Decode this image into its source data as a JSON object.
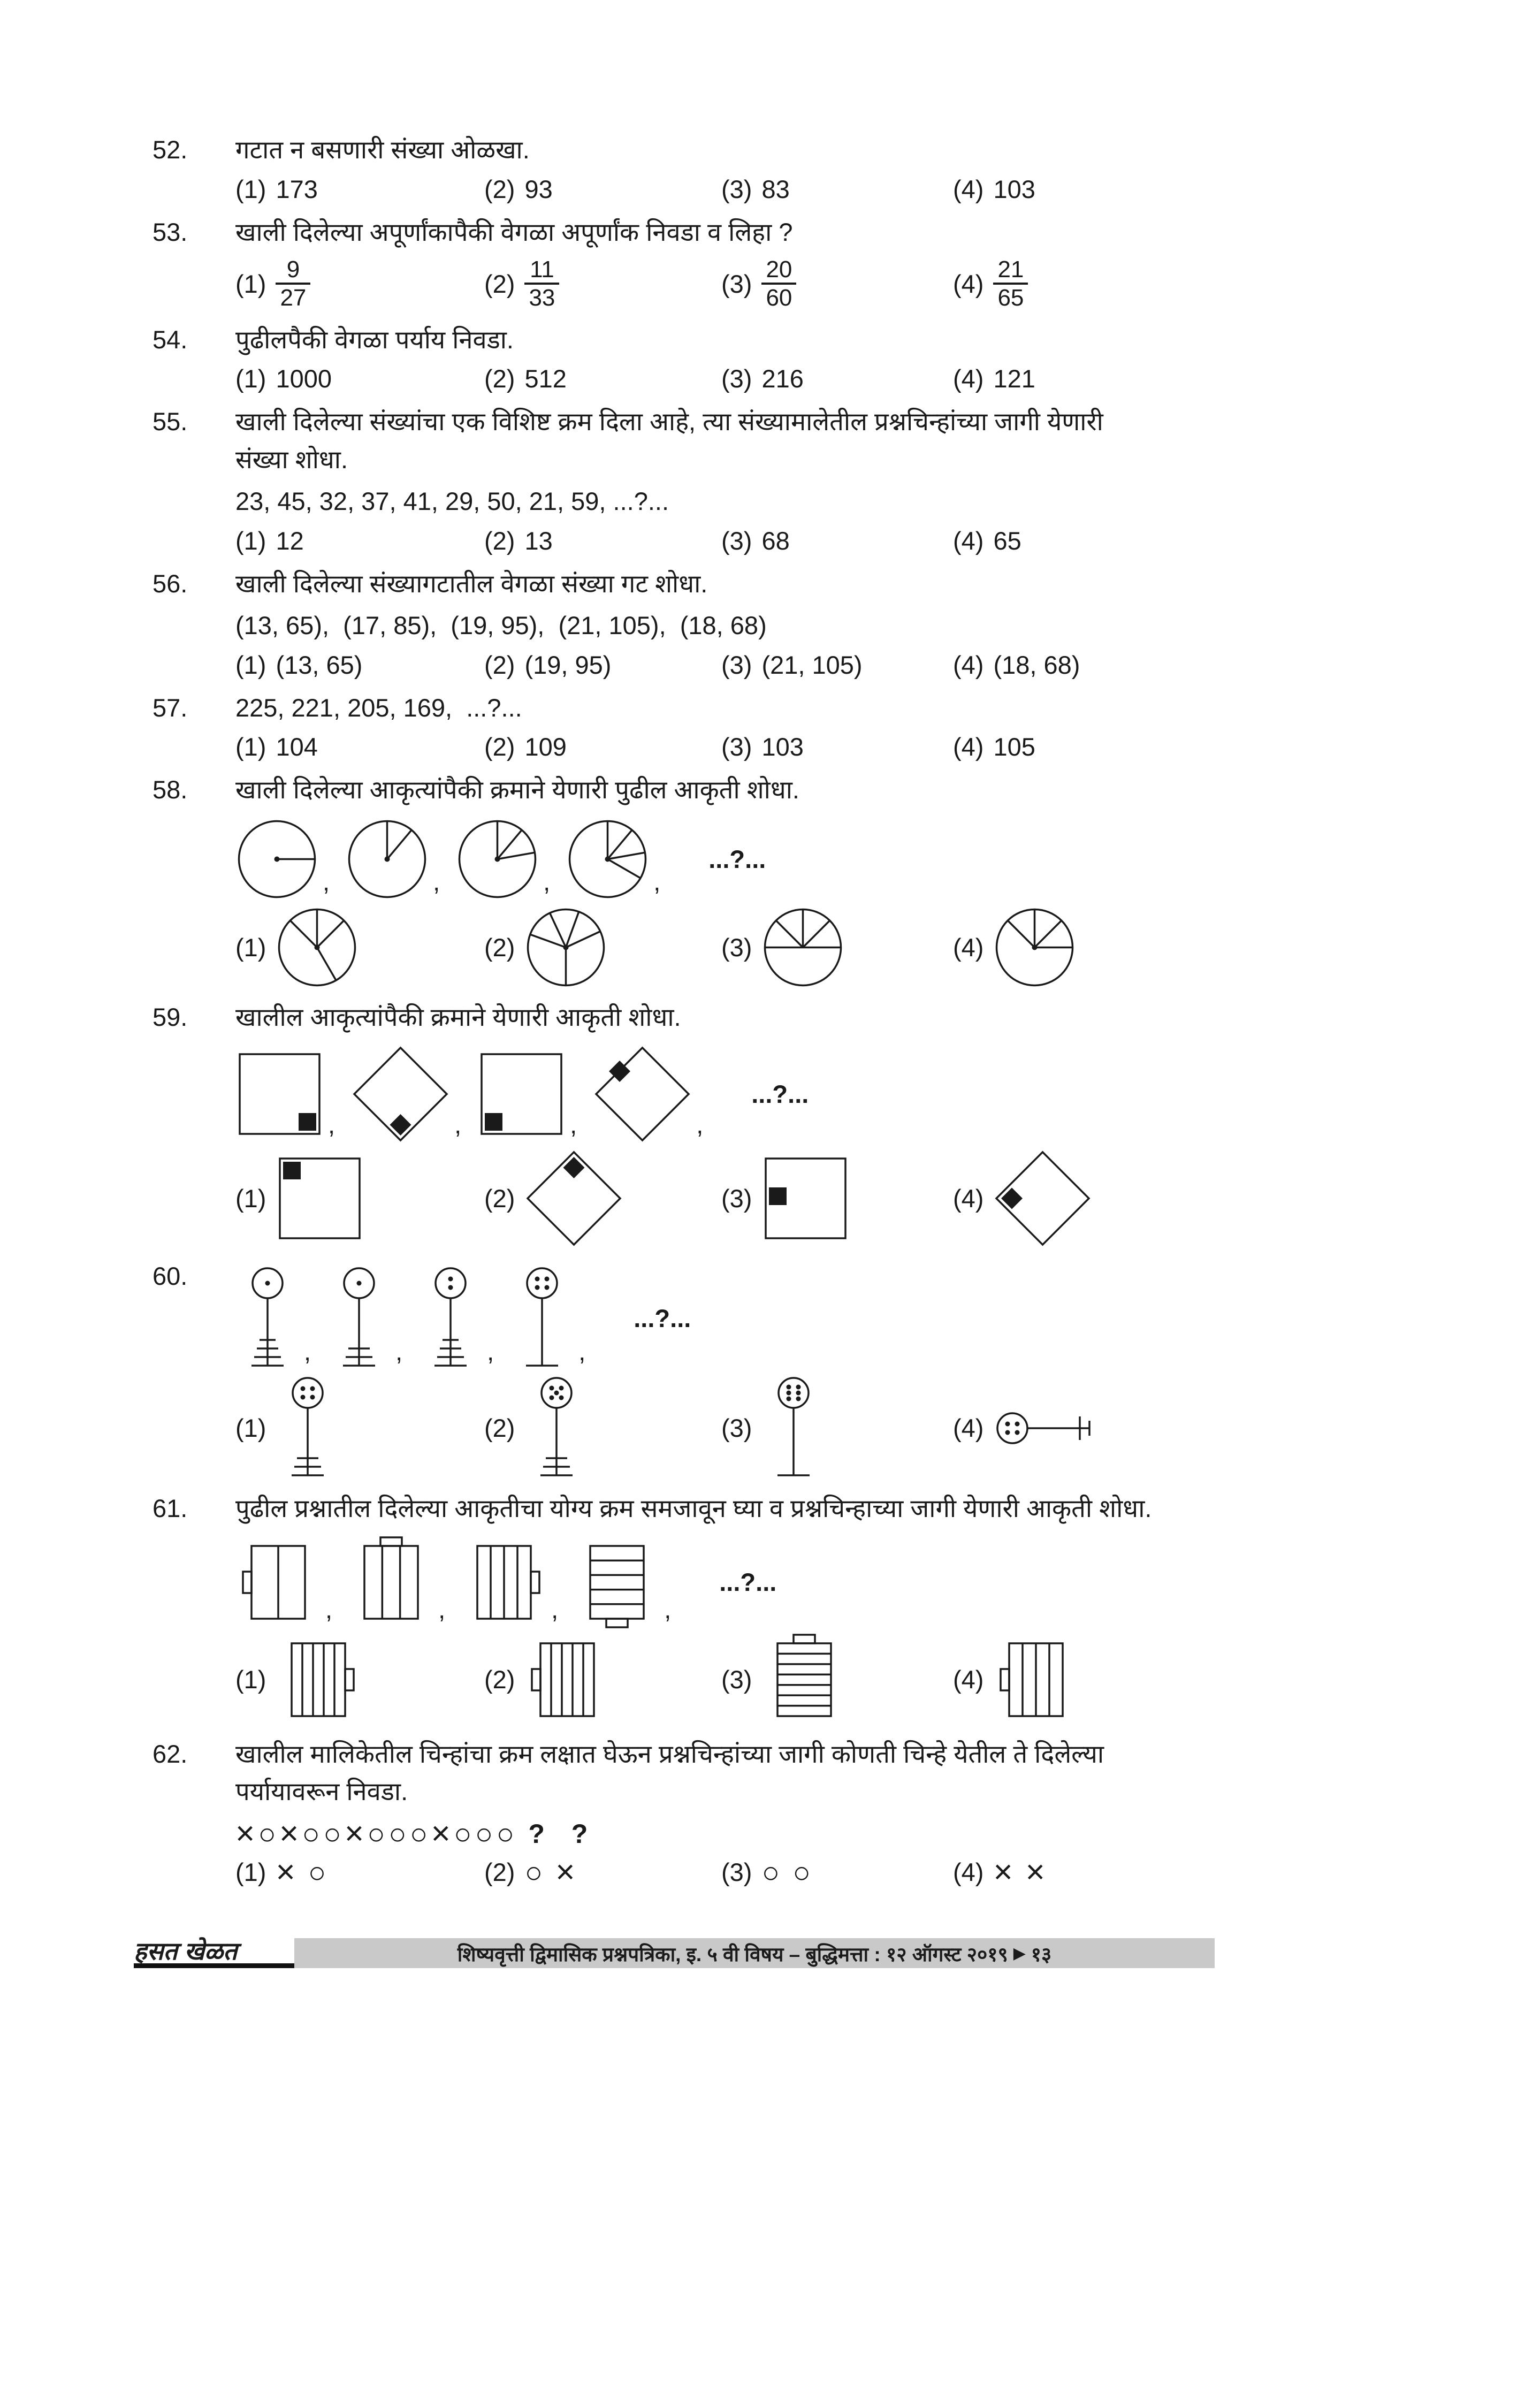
{
  "footer": {
    "logo": "हसत खेळत",
    "info": "शिष्यवृत्ती द्विमासिक प्रश्नपत्रिका, इ. ५ वी विषय – बुद्धिमत्ता : १२ ऑगस्ट २०१९",
    "page_marker": "▶",
    "page_number": "१३"
  },
  "colors": {
    "ink": "#1a1a1a",
    "footer_bar": "#c9c9c9"
  },
  "questions": [
    {
      "number": "52.",
      "type": "text",
      "lines": [
        "गटात न बसणारी संख्या ओळखा."
      ],
      "options": [
        {
          "label": "(1)",
          "value": "173"
        },
        {
          "label": "(2)",
          "value": "93"
        },
        {
          "label": "(3)",
          "value": "83"
        },
        {
          "label": "(4)",
          "value": "103"
        }
      ]
    },
    {
      "number": "53.",
      "type": "fraction",
      "lines": [
        "खाली दिलेल्या अपूर्णांकापैकी वेगळा अपूर्णांक निवडा व लिहा ?"
      ],
      "options": [
        {
          "label": "(1)",
          "num": "9",
          "den": "27"
        },
        {
          "label": "(2)",
          "num": "11",
          "den": "33"
        },
        {
          "label": "(3)",
          "num": "20",
          "den": "60"
        },
        {
          "label": "(4)",
          "num": "21",
          "den": "65"
        }
      ]
    },
    {
      "number": "54.",
      "type": "text",
      "lines": [
        "पुढीलपैकी वेगळा पर्याय निवडा."
      ],
      "options": [
        {
          "label": "(1)",
          "value": "1000"
        },
        {
          "label": "(2)",
          "value": "512"
        },
        {
          "label": "(3)",
          "value": "216"
        },
        {
          "label": "(4)",
          "value": "121"
        }
      ]
    },
    {
      "number": "55.",
      "type": "text",
      "lines": [
        "खाली दिलेल्या संख्यांचा एक विशिष्ट क्रम दिला आहे, त्या संख्यामालेतील प्रश्नचिन्हांच्या जागी येणारी",
        "संख्या शोधा."
      ],
      "series_line": "23, 45, 32, 37, 41, 29, 50, 21, 59, ...?...",
      "options": [
        {
          "label": "(1)",
          "value": "12"
        },
        {
          "label": "(2)",
          "value": "13"
        },
        {
          "label": "(3)",
          "value": "68"
        },
        {
          "label": "(4)",
          "value": "65"
        }
      ]
    },
    {
      "number": "56.",
      "type": "text",
      "lines": [
        "खाली दिलेल्या संख्यागटातील वेगळा संख्या गट शोधा."
      ],
      "series_line": "(13, 65),  (17, 85),  (19, 95),  (21, 105),  (18, 68)",
      "options": [
        {
          "label": "(1)",
          "value": "(13, 65)"
        },
        {
          "label": "(2)",
          "value": "(19, 95)"
        },
        {
          "label": "(3)",
          "value": "(21, 105)"
        },
        {
          "label": "(4)",
          "value": "(18, 68)"
        }
      ]
    },
    {
      "number": "57.",
      "type": "text",
      "lines": [
        "225, 221, 205, 169,  ...?..."
      ],
      "options": [
        {
          "label": "(1)",
          "value": "104"
        },
        {
          "label": "(2)",
          "value": "109"
        },
        {
          "label": "(3)",
          "value": "103"
        },
        {
          "label": "(4)",
          "value": "105"
        }
      ]
    },
    {
      "number": "58.",
      "type": "circle-figure",
      "lines": [
        "खाली दिलेल्या आकृत्यांपैकी क्रमाने येणारी पुढील आकृती शोधा."
      ],
      "sequence_tail": "...?...",
      "seq": [
        {
          "radii": [
            0
          ],
          "dot": true
        },
        {
          "radii": [
            90,
            50
          ],
          "dot": true
        },
        {
          "radii": [
            90,
            50,
            10
          ],
          "dot": true
        },
        {
          "radii": [
            90,
            50,
            10,
            -30
          ],
          "dot": true
        }
      ],
      "options": [
        {
          "label": "(1)",
          "fig": {
            "radii": [
              135,
              90,
              45,
              -60
            ],
            "dot": true
          }
        },
        {
          "label": "(2)",
          "fig": {
            "radii": [
              160,
              115,
              70,
              25,
              -90
            ],
            "dot": true
          }
        },
        {
          "label": "(3)",
          "fig": {
            "radii": [
              180,
              135,
              90,
              45,
              0
            ],
            "dot": false
          }
        },
        {
          "label": "(4)",
          "fig": {
            "radii": [
              135,
              90,
              45,
              0
            ],
            "dot": true
          }
        }
      ]
    },
    {
      "number": "59.",
      "type": "square-figure",
      "lines": [
        "खालील आकृत्यांपैकी क्रमाने येणारी आकृती शोधा."
      ],
      "sequence_tail": "...?...",
      "seq": [
        {
          "shape": "square",
          "marker": "bottom-right"
        },
        {
          "shape": "diamond",
          "marker": "bottom"
        },
        {
          "shape": "square",
          "marker": "bottom-left"
        },
        {
          "shape": "diamond",
          "marker": "top-left"
        }
      ],
      "options": [
        {
          "label": "(1)",
          "fig": {
            "shape": "square",
            "marker": "top-left"
          }
        },
        {
          "label": "(2)",
          "fig": {
            "shape": "diamond",
            "marker": "top"
          }
        },
        {
          "label": "(3)",
          "fig": {
            "shape": "square",
            "marker": "left"
          }
        },
        {
          "label": "(4)",
          "fig": {
            "shape": "diamond",
            "marker": "left"
          }
        }
      ]
    },
    {
      "number": "60.",
      "type": "stand-figure",
      "lines": [],
      "sequence_tail": "...?...",
      "seq": [
        {
          "dots": 1,
          "rungs": 4
        },
        {
          "dots": 1,
          "rungs": 3
        },
        {
          "dots": 2,
          "rungs": 4
        },
        {
          "dots": 4,
          "rungs": 1
        }
      ],
      "options": [
        {
          "label": "(1)",
          "fig": {
            "dots": 4,
            "rungs": 3
          }
        },
        {
          "label": "(2)",
          "fig": {
            "dots": 5,
            "rungs": 3
          }
        },
        {
          "label": "(3)",
          "fig": {
            "dots": 6,
            "rungs": 1
          }
        },
        {
          "label": "(4)",
          "fig": {
            "dots": 4,
            "rungs": 1,
            "horizontal": true
          }
        }
      ]
    },
    {
      "number": "61.",
      "type": "rect-figure",
      "lines": [
        "पुढील प्रश्नातील दिलेल्या आकृतीचा योग्य क्रम समजावून घ्या व प्रश्नचिन्हाच्या जागी येणारी आकृती शोधा."
      ],
      "sequence_tail": "...?...",
      "seq": [
        {
          "stripes": "v",
          "count": 1,
          "tab": "left"
        },
        {
          "stripes": "v",
          "count": 2,
          "tab": "top"
        },
        {
          "stripes": "v",
          "count": 3,
          "tab": "right"
        },
        {
          "stripes": "h",
          "count": 4,
          "tab": "bottom"
        }
      ],
      "options": [
        {
          "label": "(1)",
          "fig": {
            "stripes": "v",
            "count": 4,
            "tab": "right"
          }
        },
        {
          "label": "(2)",
          "fig": {
            "stripes": "v",
            "count": 4,
            "tab": "left"
          }
        },
        {
          "label": "(3)",
          "fig": {
            "stripes": "h",
            "count": 6,
            "tab": "top"
          }
        },
        {
          "label": "(4)",
          "fig": {
            "stripes": "v",
            "count": 3,
            "tab": "left"
          }
        }
      ]
    },
    {
      "number": "62.",
      "type": "symbol-series",
      "lines": [
        "खालील मालिकेतील चिन्हांचा क्रम लक्षात घेऊन प्रश्नचिन्हांच्या जागी कोणती चिन्हे येतील ते दिलेल्या",
        "पर्यायावरून निवडा."
      ],
      "series": [
        "×",
        "○",
        "×",
        "○",
        "○",
        "×",
        "○",
        "○",
        "○",
        "×",
        "○",
        "○",
        "○"
      ],
      "series_tail": "? ?",
      "options": [
        {
          "label": "(1)",
          "symbols": [
            "×",
            "○"
          ]
        },
        {
          "label": "(2)",
          "symbols": [
            "○",
            "×"
          ]
        },
        {
          "label": "(3)",
          "symbols": [
            "○",
            "○"
          ]
        },
        {
          "label": "(4)",
          "symbols": [
            "×",
            "×"
          ]
        }
      ]
    }
  ]
}
